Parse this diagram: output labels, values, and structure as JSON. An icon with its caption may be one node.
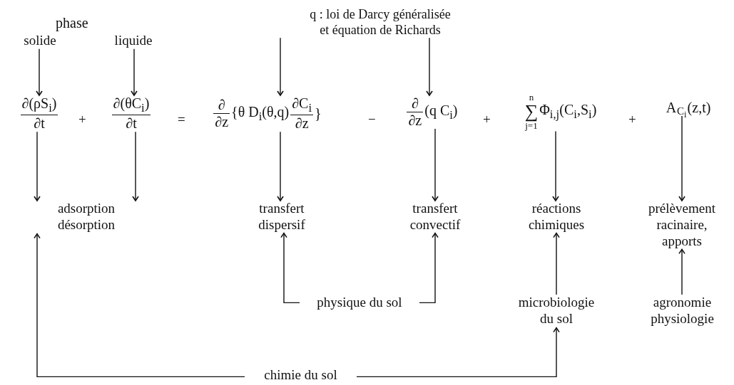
{
  "diagram": {
    "nodes": [
      {
        "text": [
          "solide"
        ]
      },
      {
        "text": [
          "liquide"
        ]
      },
      {
        "text": [
          "q : loi de Darcy généralisée et équation de Richards"
        ]
      },
      {
        "text": [
          "∂(ρS$_{i}$)",
          "∂t"
        ]
      },
      {
        "text": [
          "∂(θC$_{i}$)",
          "∂t"
        ]
      },
      {
        "text": [
          "∂",
          "∂z",
          "{θ D$_{i}$(θ,q)",
          "∂C$_{i}$",
          "∂z",
          "}"
        ]
      },
      {
        "text": [
          "∂",
          "∂z",
          "(q C$_{i}$)"
        ]
      },
      {
        "text": [
          "n",
          "∑",
          "j=1",
          "Φ$_{i,j}$(C$_{i}$,S$_{i}$)"
        ]
      },
      {
        "text": [
          "A",
          "C$_{i}$",
          "(z,t)"
        ]
      },
      {
        "text": [
          "adsorption désorption"
        ]
      },
      {
        "text": [
          "transfert dispersif"
        ]
      },
      {
        "text": [
          "transfert convectif"
        ]
      },
      {
        "text": [
          "réactions chimiques"
        ]
      },
      {
        "text": [
          "prélèvement racinaire, apports"
        ]
      },
      {
        "text": [
          "physique du sol"
        ]
      },
      {
        "text": [
          "microbiologie du sol"
        ]
      },
      {
        "text": [
          "agronomie physiologie"
        ]
      },
      {
        "text": [
          "chimie du sol"
        ]
      }
    ],
    "edges": [
      {
        "from": 0,
        "to": 3,
        "arrow": "to"
      },
      {
        "from": 1,
        "to": 4,
        "arrow": "to"
      },
      {
        "from": 2,
        "to": 5,
        "arrow": "to"
      },
      {
        "from": 2,
        "to": 6,
        "arrow": "to"
      },
      {
        "from": 3,
        "to": 9,
        "arrow": "to"
      },
      {
        "from": 4,
        "to": 9,
        "arrow": "to"
      },
      {
        "from": 5,
        "to": 10,
        "arrow": "to"
      },
      {
        "from": 6,
        "to": 11,
        "arrow": "to"
      },
      {
        "from": 7,
        "to": 12,
        "arrow": "to"
      },
      {
        "from": 8,
        "to": 13,
        "arrow": "to"
      },
      {
        "from": 14,
        "to": 10,
        "arrow": "to"
      },
      {
        "from": 14,
        "to": 11,
        "arrow": "to"
      },
      {
        "from": 15,
        "to": 12,
        "arrow": "to"
      },
      {
        "from": 16,
        "to": 13,
        "arrow": "to"
      },
      {
        "from": 17,
        "to": 9,
        "arrow": "to"
      },
      {
        "from": 17,
        "to": 15,
        "arrow": "to"
      }
    ],
    "labels": [
      "phase",
      "+",
      "=",
      "−",
      "+",
      "+"
    ]
  }
}
